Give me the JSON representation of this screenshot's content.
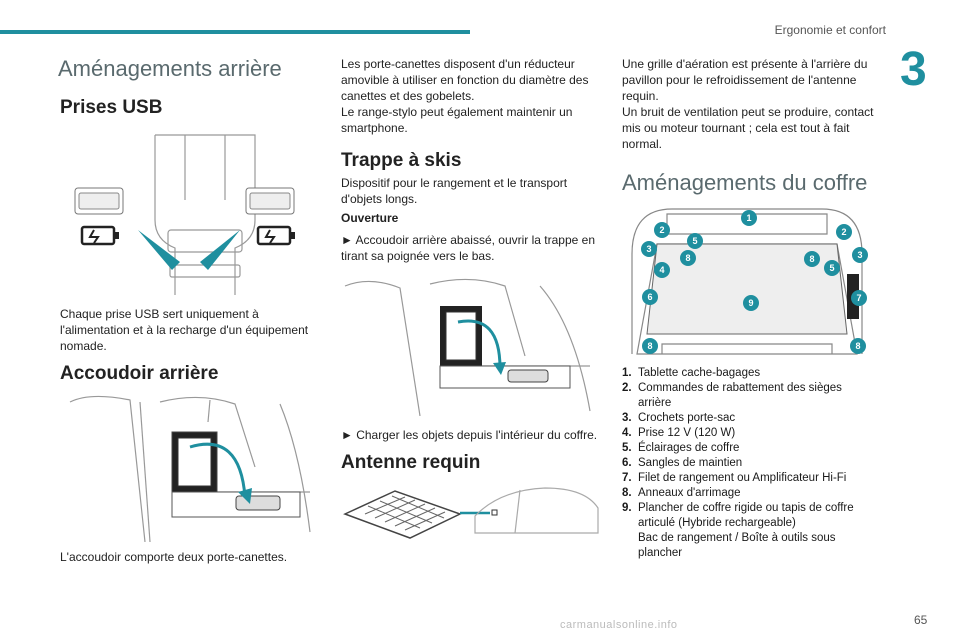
{
  "header": {
    "chapter_title": "Ergonomie et confort",
    "chapter_number": "3",
    "accent": "#1f8f9f"
  },
  "col1": {
    "title": "Aménagements arrière",
    "usb_heading": "Prises USB",
    "usb_text_1": "Chaque prise USB sert uniquement à",
    "usb_text_2": "l'alimentation et à la recharge d'un équipement",
    "usb_text_3": "nomade.",
    "armrest_heading": "Accoudoir arrière",
    "armrest_text": "L'accoudoir comporte deux porte-canettes."
  },
  "col2": {
    "intro": [
      "Les porte-canettes disposent d'un réducteur",
      "amovible à utiliser en fonction du diamètre des",
      "canettes et des gobelets.",
      "Le range-stylo peut également maintenir un",
      "smartphone."
    ],
    "ski_heading": "Trappe à skis",
    "ski_text": [
      "Dispositif pour le rangement et le transport",
      "d'objets longs."
    ],
    "opening_label": "Ouverture",
    "opening_text": [
      "► Accoudoir arrière abaissé, ouvrir la trappe en",
      "tirant sa poignée vers le bas."
    ],
    "load_text": "► Charger les objets depuis l'intérieur du coffre.",
    "antenna_heading": "Antenne requin"
  },
  "col3": {
    "intro": [
      "Une grille d'aération est présente à l'arrière du",
      "pavillon pour le refroidissement de l'antenne",
      "requin.",
      "Un bruit de ventilation peut se produire, contact",
      "mis ou moteur tournant ; cela est tout à fait",
      "normal."
    ],
    "boot_heading": "Aménagements du coffre",
    "items": [
      {
        "n": "1.",
        "text": [
          "Tablette cache-bagages"
        ]
      },
      {
        "n": "2.",
        "text": [
          "Commandes de rabattement des sièges",
          "arrière"
        ]
      },
      {
        "n": "3.",
        "text": [
          "Crochets porte-sac"
        ]
      },
      {
        "n": "4.",
        "text": [
          "Prise 12 V (120 W)"
        ]
      },
      {
        "n": "5.",
        "text": [
          "Éclairages de coffre"
        ]
      },
      {
        "n": "6.",
        "text": [
          "Sangles de maintien"
        ]
      },
      {
        "n": "7.",
        "text": [
          "Filet de rangement ou Amplificateur Hi-Fi"
        ]
      },
      {
        "n": "8.",
        "text": [
          "Anneaux d'arrimage"
        ]
      },
      {
        "n": "9.",
        "text": [
          "Plancher de coffre rigide ou tapis de coffre",
          "articulé (Hybride rechargeable)",
          "Bac de rangement / Boîte à outils sous",
          "plancher"
        ]
      }
    ]
  },
  "boot_badges": [
    "1",
    "2",
    "3",
    "4",
    "5",
    "6",
    "7",
    "8",
    "9"
  ],
  "page_number": "65",
  "watermark": "carmanualsonline.info"
}
